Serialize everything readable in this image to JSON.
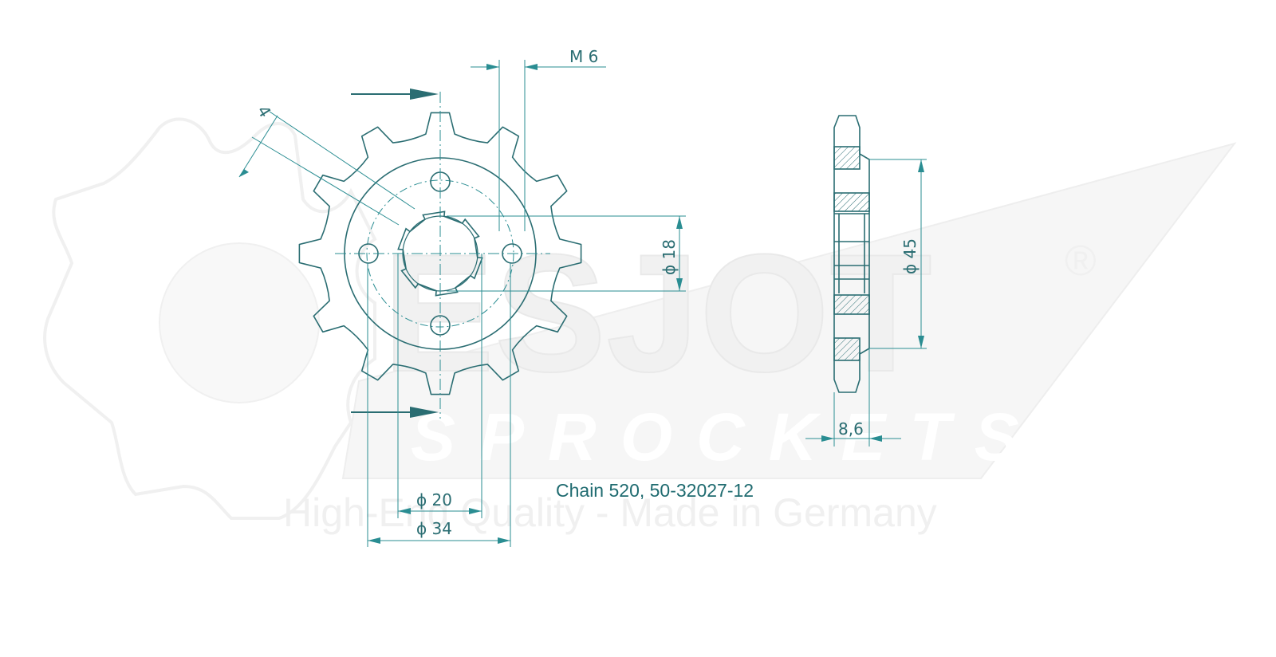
{
  "watermark": {
    "brand": "ESJOT",
    "registered": "®",
    "sub": "SPROCKETS",
    "tagline": "High-End Quality - Made in Germany"
  },
  "caption": "Chain 520, 50-32027-12",
  "dimensions": {
    "m6": "M 6",
    "tooth": "4",
    "d18": "ϕ 18",
    "d20": "ϕ 20",
    "d34": "ϕ 34",
    "d45": "ϕ 45",
    "w86": "8,6"
  },
  "sprocket": {
    "teeth": 12
  },
  "colors": {
    "line": "#2a6d72",
    "dim": "#2a8d92",
    "watermark": "#f1f1f1"
  }
}
